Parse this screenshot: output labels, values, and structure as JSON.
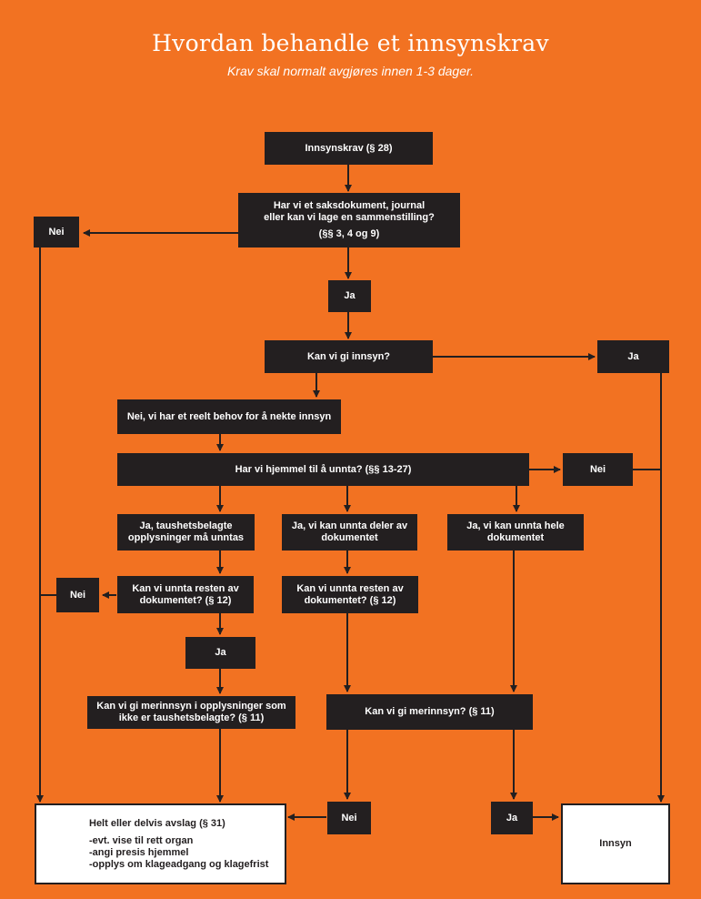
{
  "header": {
    "title": "Hvordan behandle et innsynskrav",
    "subtitle": "Krav skal normalt avgjøres innen 1-3 dager."
  },
  "nodes": {
    "start": "Innsynskrav (§ 28)",
    "q_document": {
      "line1": "Har vi et saksdokument, journal",
      "line2": "eller kan vi lage en sammenstilling?",
      "refs": "(§§ 3, 4 og 9)"
    },
    "no_document": "Nei",
    "yes_document": "Ja",
    "q_access": "Kan vi gi innsyn?",
    "yes_access": "Ja",
    "need_refuse": "Nei, vi har et reelt behov for å nekte innsyn",
    "q_legal_basis": "Har vi hjemmel til å unnta? (§§ 13-27)",
    "no_legal_basis": "Nei",
    "branch_confidential": {
      "line1": "Ja, taushetsbelagte",
      "line2": "opplysninger må unntas"
    },
    "branch_parts": {
      "line1": "Ja, vi kan unnta deler av",
      "line2": "dokumentet"
    },
    "branch_whole": {
      "line1": "Ja, vi kan unnta hele",
      "line2": "dokumentet"
    },
    "q_rest_left": {
      "line1": "Kan vi unnta resten av",
      "line2": "dokumentet? (§ 12)"
    },
    "no_rest_left": "Nei",
    "q_rest_mid": {
      "line1": "Kan vi unnta resten av",
      "line2": "dokumentet? (§ 12)"
    },
    "yes_rest_left": "Ja",
    "q_extra_left": {
      "line1": "Kan vi gi merinnsyn i opplysninger som",
      "line2": "ikke er taushetsbelagte?  (§ 11)"
    },
    "q_extra_mid": "Kan vi gi merinnsyn?  (§ 11)",
    "no_extra": "Nei",
    "yes_extra": "Ja",
    "outcome_refuse": {
      "title": "Helt eller delvis avslag (§ 31)",
      "items": [
        "-evt. vise til rett organ",
        "-angi presis hjemmel",
        "-opplys om klageadgang og klagefrist"
      ]
    },
    "outcome_grant": "Innsyn"
  },
  "colors": {
    "background": "#f27222",
    "box": "#231f20",
    "text": "#ffffff",
    "outcome_box": "#ffffff"
  }
}
